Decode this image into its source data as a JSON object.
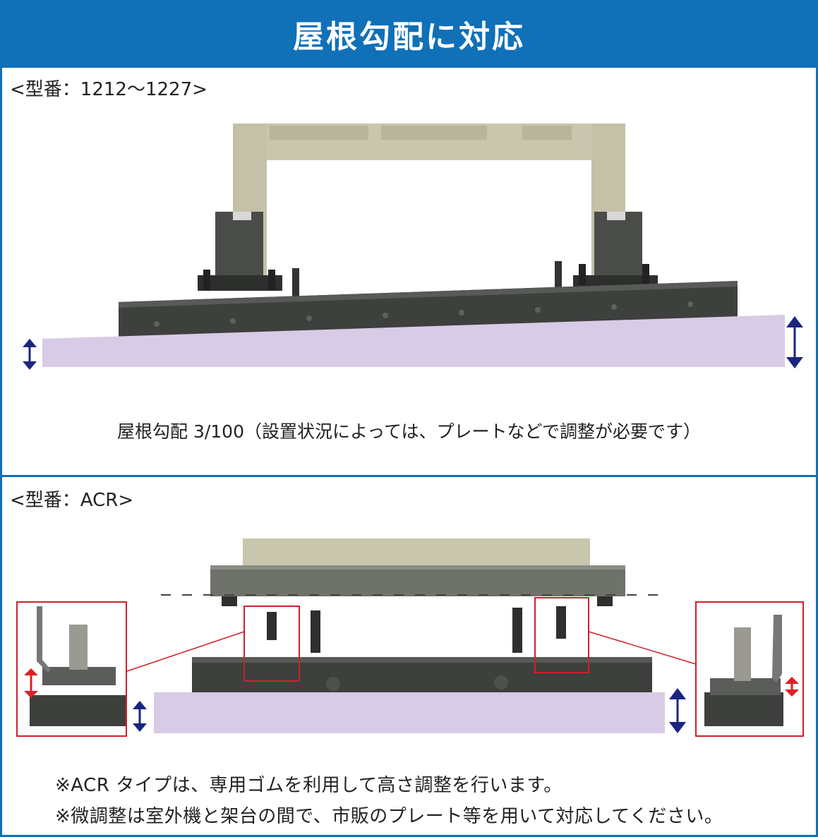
{
  "header": {
    "title": "屋根勾配に対応"
  },
  "section1": {
    "model_label": "<型番：1212〜1227>",
    "caption": "屋根勾配 3/100（設置状況によっては、プレートなどで調整が必要です）"
  },
  "section2": {
    "model_label": "<型番：ACR>",
    "notes": [
      "※ACR タイプは、専用ゴムを利用して高さ調整を行います。",
      "※微調整は室外機と架台の間で、市販のプレート等を用いて対応してください。"
    ]
  },
  "colors": {
    "header_blue": "#1070b8",
    "roof_lavender": "#d8cbe6",
    "unit_beige": "#c9c6ae",
    "rail_dark": "#3d403d",
    "arrow_navy": "#1a2580",
    "highlight_red": "#d0202a"
  }
}
